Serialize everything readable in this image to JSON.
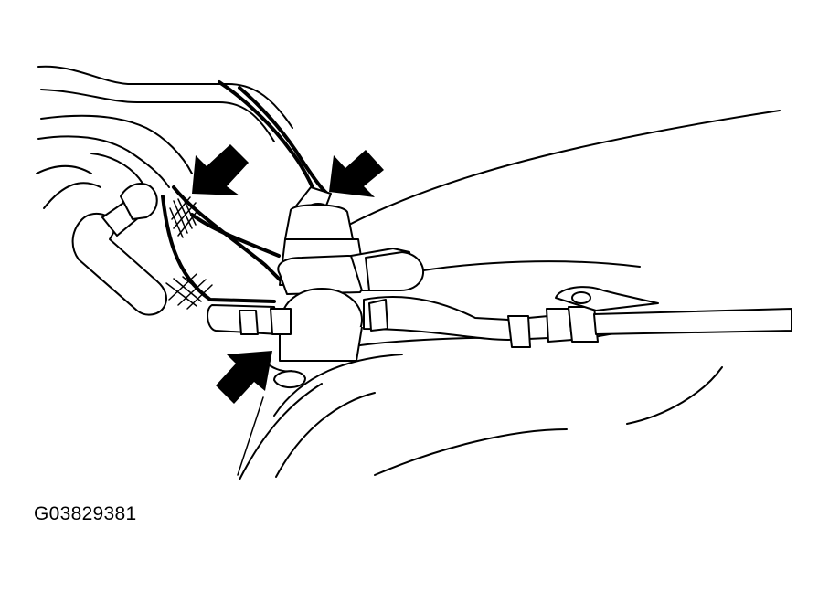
{
  "figure": {
    "id_label": "G03829381"
  },
  "colors": {
    "ink": "#000000",
    "background": "#ffffff"
  },
  "callouts": [
    {
      "name": "arrow-upper-left",
      "points_to": "hose-connection"
    },
    {
      "name": "arrow-upper-right",
      "points_to": "hose-connection"
    },
    {
      "name": "arrow-lower-left",
      "points_to": "hose-connection"
    }
  ]
}
